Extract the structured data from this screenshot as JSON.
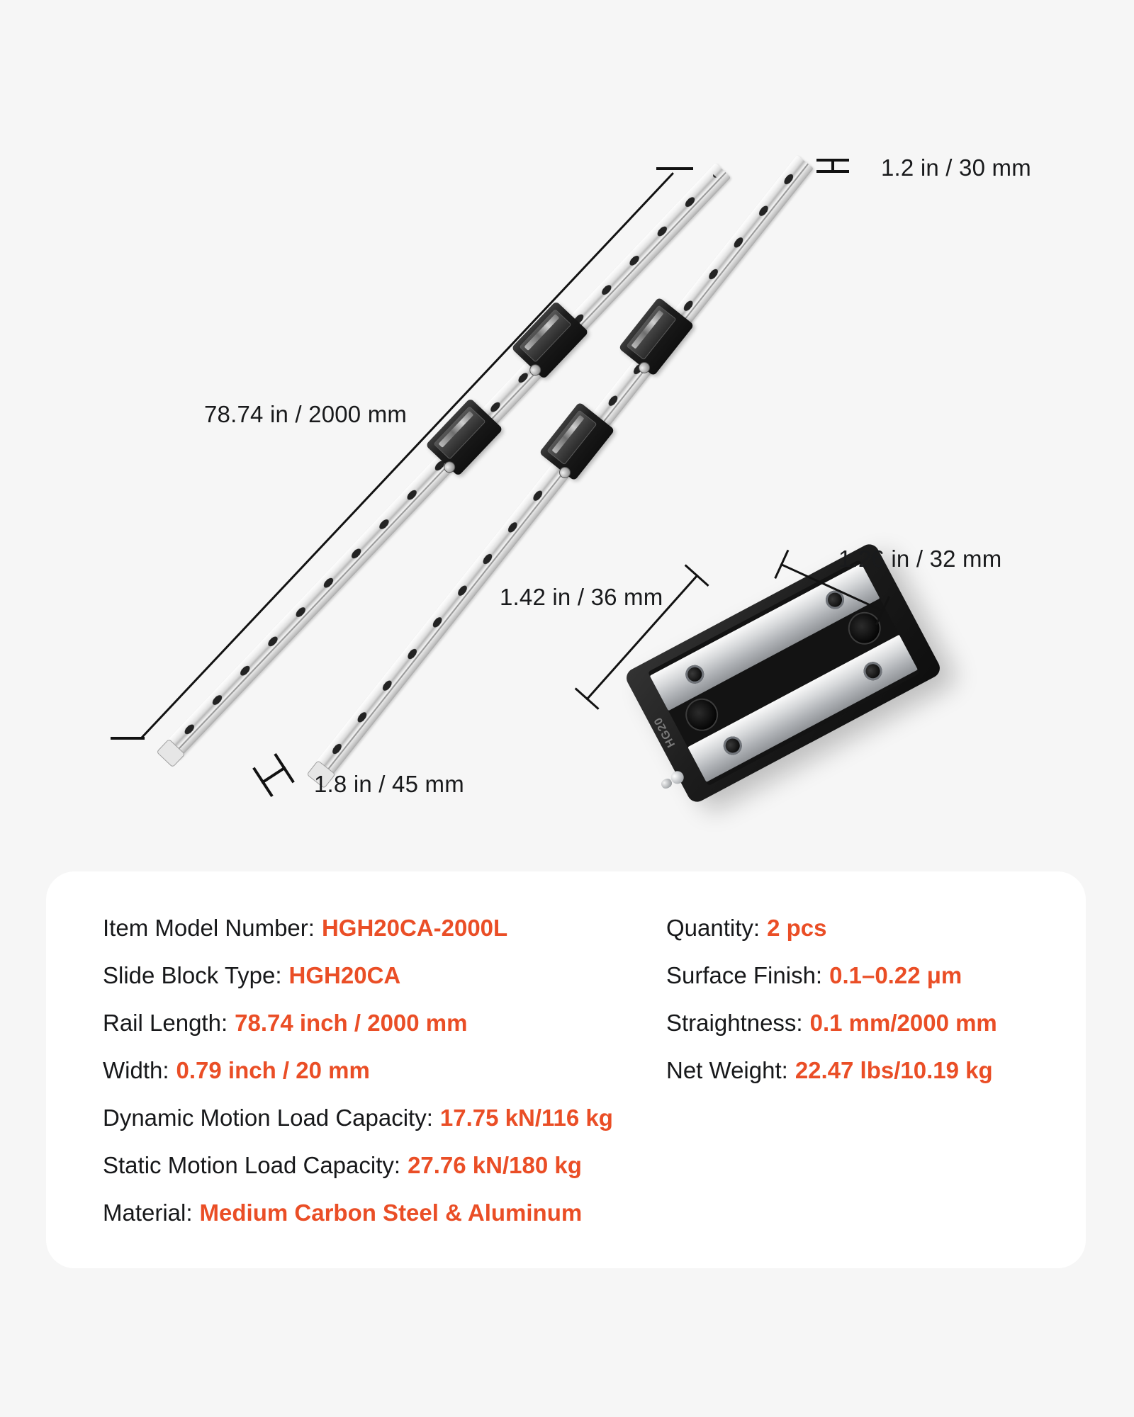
{
  "colors": {
    "accent": "#EA4E26",
    "ink": "#17181A",
    "background": "#F6F6F6",
    "card": "#FFFFFF"
  },
  "annotations": {
    "rail_height": "1.2 in / 30 mm",
    "rail_length": "78.74 in / 2000 mm",
    "block_width": "1.26 in / 32 mm",
    "block_length": "1.42 in / 36 mm",
    "rail_width": "1.8 in / 45 mm",
    "block_engraving": "HG20"
  },
  "specs": {
    "left": [
      {
        "label": "Item Model Number:",
        "value": "HGH20CA-2000L"
      },
      {
        "label": "Slide Block Type:",
        "value": "HGH20CA"
      },
      {
        "label": "Rail Length:",
        "value": "78.74 inch / 2000 mm"
      },
      {
        "label": "Width:",
        "value": "0.79 inch / 20 mm"
      },
      {
        "label": "Dynamic Motion Load Capacity:",
        "value": "17.75 kN/116 kg"
      },
      {
        "label": "Static Motion Load Capacity:",
        "value": "27.76 kN/180 kg"
      },
      {
        "label": "Material:",
        "value": "Medium Carbon Steel & Aluminum"
      }
    ],
    "right": [
      {
        "label": "Quantity:",
        "value": "2 pcs"
      },
      {
        "label": "Surface Finish:",
        "value": "0.1–0.22 μm"
      },
      {
        "label": "Straightness:",
        "value": "0.1 mm/2000 mm"
      },
      {
        "label": "Net Weight:",
        "value": "22.47 lbs/10.19 kg"
      }
    ]
  }
}
